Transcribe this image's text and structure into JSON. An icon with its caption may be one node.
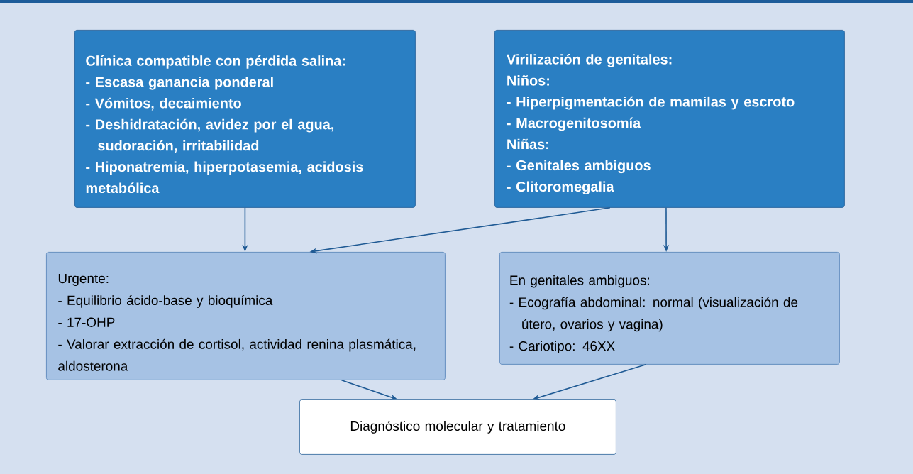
{
  "diagram": {
    "nodes": [
      {
        "text": [
          "Clínica compatible con pérdida salina:",
          "- Escasa ganancia ponderal",
          "- Vómitos, decaimiento",
          "- Deshidratación, avidez por el agua, sudoración, irritabilidad",
          "- Hiponatremia, hiperpotasemia, acidosis metabólica"
        ]
      },
      {
        "text": [
          "Virilización de genitales:",
          "Niños:",
          "- Hiperpigmentación de mamilas y escroto",
          "- Macrogenitosomía",
          "Niñas:",
          "- Genitales ambiguos",
          "- Clitoromegalia"
        ]
      },
      {
        "text": [
          "Urgente:",
          "- Equilibrio ácido-base y bioquímica",
          "- 17-OHP",
          "- Valorar extracción de cortisol, actividad renina plasmática, aldosterona"
        ]
      },
      {
        "text": [
          "En genitales ambiguos:",
          "- Ecografía abdominal: normal (visualización de útero, ovarios y vagina)",
          "- Cariotipo: 46XX"
        ]
      },
      {
        "text": [
          "Diagnóstico molecular y tratamiento"
        ]
      }
    ],
    "edges": [
      {
        "from": 0,
        "to": 2,
        "arrow": "to"
      },
      {
        "from": 1,
        "to": 2,
        "arrow": "to"
      },
      {
        "from": 1,
        "to": 3,
        "arrow": "to"
      },
      {
        "from": 2,
        "to": 4,
        "arrow": "to"
      },
      {
        "from": 3,
        "to": 4,
        "arrow": "to"
      }
    ]
  }
}
